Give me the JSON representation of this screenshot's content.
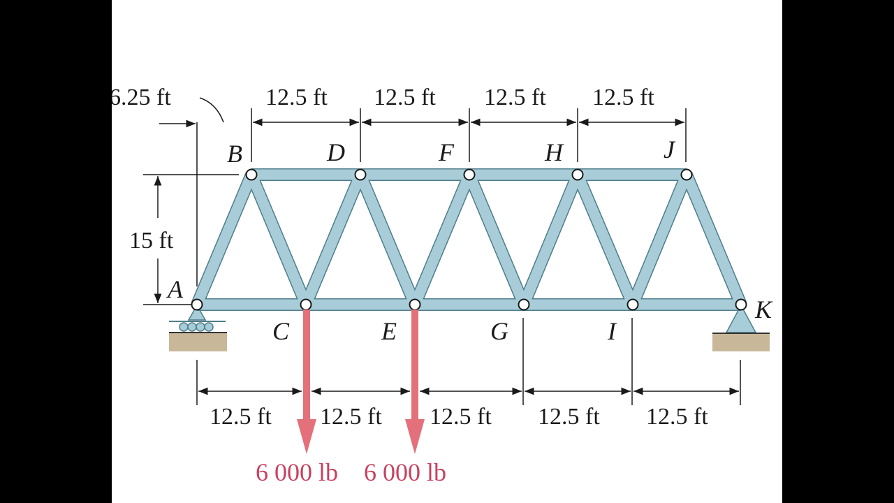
{
  "nodes": {
    "A": "A",
    "B": "B",
    "C": "C",
    "D": "D",
    "E": "E",
    "F": "F",
    "G": "G",
    "H": "H",
    "I": "I",
    "J": "J",
    "K": "K"
  },
  "dimensions": {
    "offset": "6.25 ft",
    "height": "15 ft",
    "top_spacings": [
      "12.5 ft",
      "12.5 ft",
      "12.5 ft",
      "12.5 ft"
    ],
    "bottom_spacings": [
      "12.5 ft",
      "12.5 ft",
      "12.5 ft",
      "12.5 ft",
      "12.5 ft"
    ]
  },
  "loads": [
    {
      "node": "C",
      "label": "6 000 lb"
    },
    {
      "node": "E",
      "label": "6 000 lb"
    }
  ],
  "colors": {
    "member": "#a8cdd8",
    "member_edge": "#4f7d8c",
    "load": "#e3707a",
    "load_text": "#c9415f",
    "support": "#a6cdd8",
    "ground": "#c9b79a"
  }
}
